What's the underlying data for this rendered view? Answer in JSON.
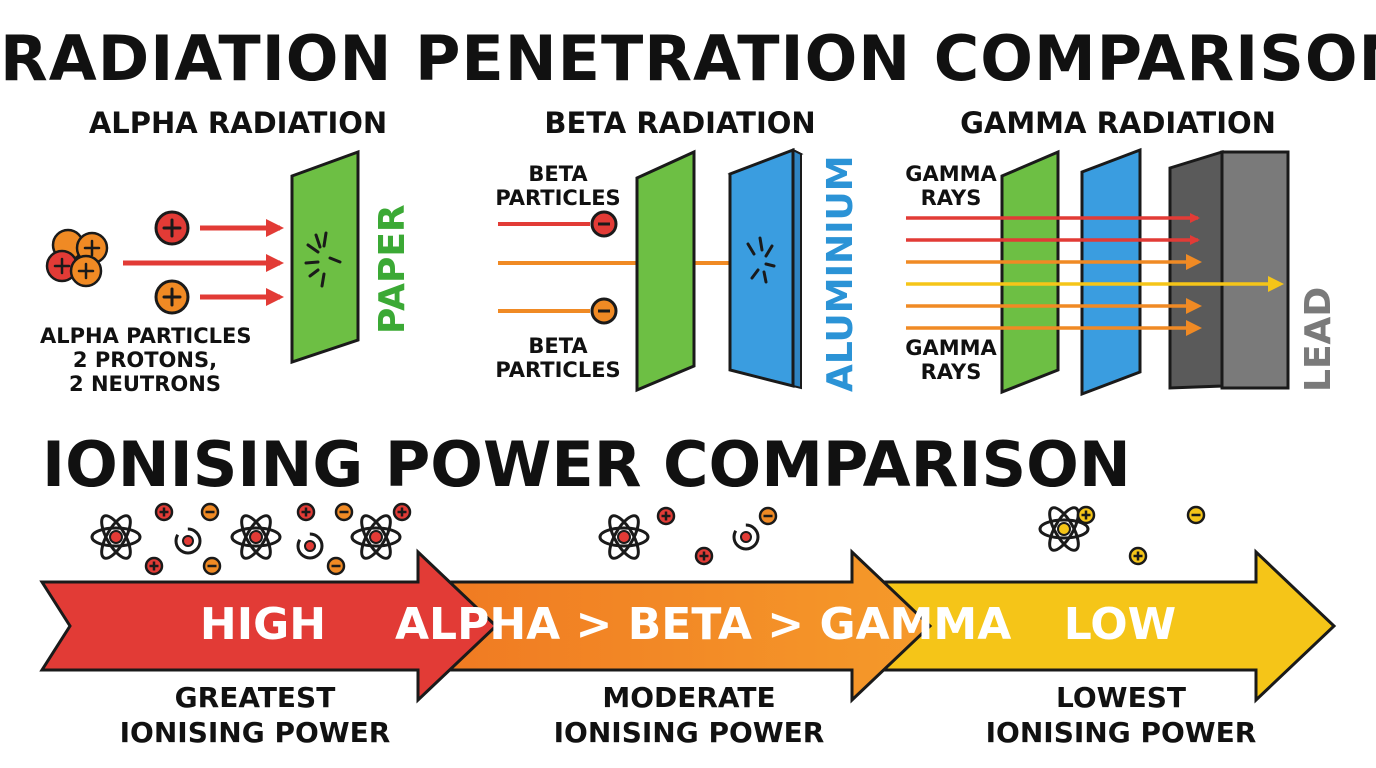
{
  "title": "RADIATION PENETRATION COMPARISON",
  "penetration": {
    "alpha": {
      "title": "ALPHA RADIATION",
      "particle_label": [
        "ALPHA PARTICLES",
        "2 PROTONS,",
        "2 NEUTRONS"
      ],
      "barrier": "PAPER"
    },
    "beta": {
      "title": "BETA RADIATION",
      "particle_label": [
        "BETA",
        "PARTICLES"
      ],
      "barrier": "ALUMINIUM"
    },
    "gamma": {
      "title": "GAMMA RADIATION",
      "ray_label": [
        "GAMMA",
        "RAYS"
      ],
      "barrier": "LEAD"
    }
  },
  "ionising": {
    "title": "IONISING POWER COMPARISON",
    "arrow": {
      "high": "HIGH",
      "order": "ALPHA > BETA > GAMMA",
      "low": "LOW"
    },
    "levels": [
      [
        "GREATEST",
        "IONISING POWER"
      ],
      [
        "MODERATE",
        "IONISING POWER"
      ],
      [
        "LOWEST",
        "IONISING POWER"
      ]
    ]
  },
  "colors": {
    "paper": "#6dbf44",
    "aluminium": "#3a9de0",
    "lead": "#6b6b6b",
    "alpha_red": "#e23b36",
    "beta_orange": "#f08a24",
    "gamma_yellow": "#f5c518",
    "outline": "#1a1a1a"
  },
  "icons": [
    "atom-icon",
    "plus-ion-icon",
    "minus-ion-icon",
    "impact-burst-icon"
  ]
}
